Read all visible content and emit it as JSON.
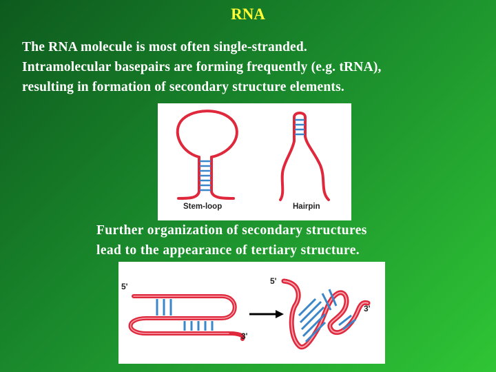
{
  "slide": {
    "title": "RNA",
    "paragraph_lines": [
      "The RNA molecule is most often single-stranded.",
      "Intramolecular basepairs are forming frequently (e.g. tRNA),",
      "resulting in formation of secondary structure elements."
    ],
    "figure_top": {
      "stem_loop_label": "Stem-loop",
      "hairpin_label": "Hairpin"
    },
    "paragraph2_lines": [
      "Further organization of secondary structures",
      "lead to the appearance of tertiary structure."
    ],
    "figure_bottom": {
      "five_prime_left": "5'",
      "three_prime_left": "3'",
      "five_prime_right": "5'",
      "three_prime_right": "3'"
    }
  },
  "colors": {
    "title": "#ffff33",
    "text": "#ffffff",
    "rna_strand": "#e0283c",
    "base_pair": "#3a86c8",
    "background_dark": "#0e5a1e",
    "background_light": "#2fc535"
  }
}
